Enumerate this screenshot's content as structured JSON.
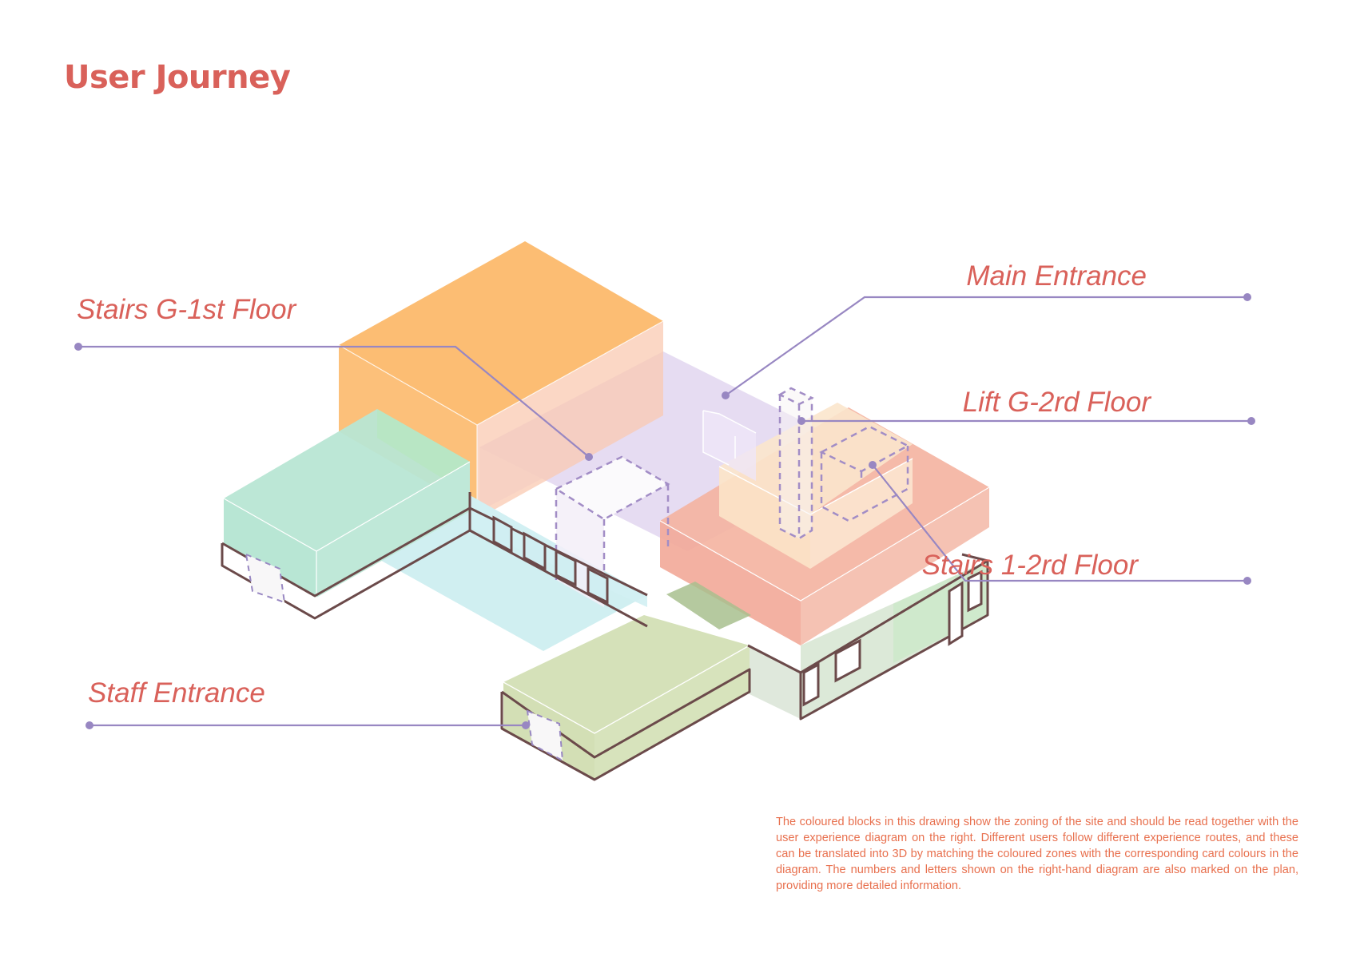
{
  "title": "User Journey",
  "labels": {
    "stairs_g1": "Stairs G-1st Floor",
    "staff_entrance": "Staff Entrance",
    "main_entrance": "Main Entrance",
    "lift_g2": "Lift G-2rd Floor",
    "stairs_12": "Stairs 1-2rd Floor"
  },
  "caption": "The coloured blocks in this drawing show the zoning of the site and should be read together with the user experience diagram on the right. Different users follow different experience routes, and these can be translated into 3D by matching the coloured zones with the corresponding card colours in the diagram. The numbers and letters shown on the right-hand diagram are also marked on the plan, providing more detailed information.",
  "colors": {
    "title": "#d9615a",
    "caption": "#e8704e",
    "leader_line": "#9887c2",
    "orange_block": "#fcbd73",
    "mint_block": "#b8e6d4",
    "lavender_zone": "#e2d6f0",
    "cyan_zone": "#cdeef0",
    "salmon_block": "#f4b2a0",
    "cream_block": "#fbe6cc",
    "green_block": "#d3dfb5",
    "grey_green_block": "#dfe8dc",
    "outline": "#6b4a4a"
  }
}
